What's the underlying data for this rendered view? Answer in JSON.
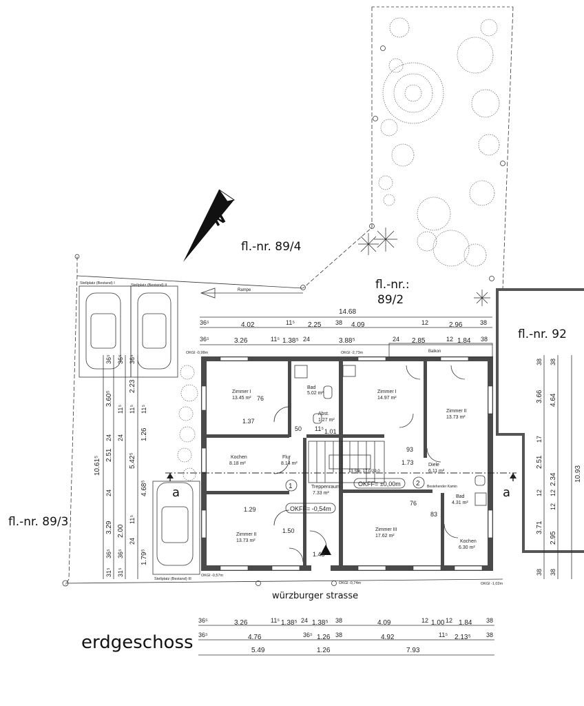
{
  "parcels": {
    "north": "fl.-nr. 89/4",
    "garden_a": "fl.-nr.:",
    "garden_b": "89/2",
    "east": "fl.-nr. 92",
    "west": "fl.-nr. 89/3"
  },
  "compass_letter": "N",
  "street": "würzburger strasse",
  "floor_title": "erdgeschoss",
  "parking": {
    "top1": "Stellplatz (Bestand) I",
    "top2": "Stellplatz (Bestand) II",
    "bottom": "Stellplatz (Bestand) III"
  },
  "ramp": "Rampe",
  "balcony": "Balkon",
  "levels": {
    "okff0": "OKFF= ±0,00m",
    "okff_minus": "OKFF= -0,54m",
    "okg_nw": "OKGl -0,98m",
    "okg_n": "OKGl -2,73m",
    "okg_sw": "OKGl -0,57m",
    "okg_s": "OKGl -0,74m",
    "okg_se": "OKGl -1,02m"
  },
  "rooms": [
    {
      "name": "Zimmer I",
      "area": "13.45 m²"
    },
    {
      "name": "Bad",
      "area": "5.02 m²"
    },
    {
      "name": "Abst.",
      "area": "1.27 m²"
    },
    {
      "name": "Zimmer I",
      "area": "14.97 m²"
    },
    {
      "name": "Zimmer II",
      "area": "13.73 m²"
    },
    {
      "name": "Kochen",
      "area": "8.18 m²"
    },
    {
      "name": "Flur",
      "area": "8.14 m²"
    },
    {
      "name": "Treppenraum",
      "area": "7.33 m²"
    },
    {
      "name": "Diele",
      "area": "6.11 m²"
    },
    {
      "name": "Zimmer II",
      "area": "13.73 m²"
    },
    {
      "name": "Zimmer III",
      "area": "17.62 m²"
    },
    {
      "name": "Bad",
      "area": "4.31 m²"
    },
    {
      "name": "Kochen",
      "area": "6.30 m²"
    }
  ],
  "stairs_note": "13 Stg. 17,0/29,0",
  "chimney": "Bestehender Kamin",
  "unit_markers": [
    "1",
    "2"
  ],
  "section_marks": [
    "a",
    "a"
  ],
  "top_dims": {
    "total": "14.68",
    "row1": [
      "36⁵",
      "4.02",
      "11⁵",
      "2.25",
      "38",
      "4.09",
      "12",
      "2.96",
      "38"
    ],
    "row2": [
      "36⁵",
      "3.26",
      "11⁵",
      "1.38⁵",
      "24",
      "3.88⁵",
      "24",
      "2.85",
      "12",
      "1.84",
      "38"
    ]
  },
  "bottom_dims": {
    "row1": [
      "36⁵",
      "3.26",
      "11⁵",
      "1.38⁵",
      "24",
      "1.38⁵",
      "38",
      "4.09",
      "12",
      "1.00",
      "12",
      "1.84",
      "38"
    ],
    "row2": [
      "36⁵",
      "4.76",
      "36⁵",
      "1.26",
      "38",
      "4.92",
      "11⁵",
      "2.13⁵",
      "38"
    ],
    "row3": [
      "5.49",
      "1.26",
      "7.93"
    ]
  },
  "left_dims": {
    "col1": [
      "10.61⁵"
    ],
    "col2": [
      "36⁵",
      "3.60⁵",
      "24",
      "2.51",
      "24",
      "3.29",
      "36⁵",
      "31⁵"
    ],
    "col3": [
      "36⁵",
      "11⁵",
      "24",
      "5.42⁵",
      "4.68⁵",
      "2.00",
      "36⁵",
      "31⁵"
    ],
    "col4": [
      "36⁵",
      "2.23",
      "11⁵",
      "1.26",
      "11⁵",
      "24",
      "1.79⁵",
      "11⁵"
    ]
  },
  "right_dims": {
    "total": "10.93",
    "col1": [
      "38",
      "3.66",
      "17",
      "2.51",
      "12",
      "3.71",
      "38"
    ],
    "col2": [
      "38",
      "4.64",
      "12",
      "2.34",
      "12",
      "2.95",
      "38"
    ]
  },
  "interior_dims": [
    "76",
    "1.37",
    "50",
    "11⁵",
    "1.01",
    "93",
    "1.73",
    "1.29",
    "1.50",
    "1.48",
    "83",
    "76"
  ]
}
